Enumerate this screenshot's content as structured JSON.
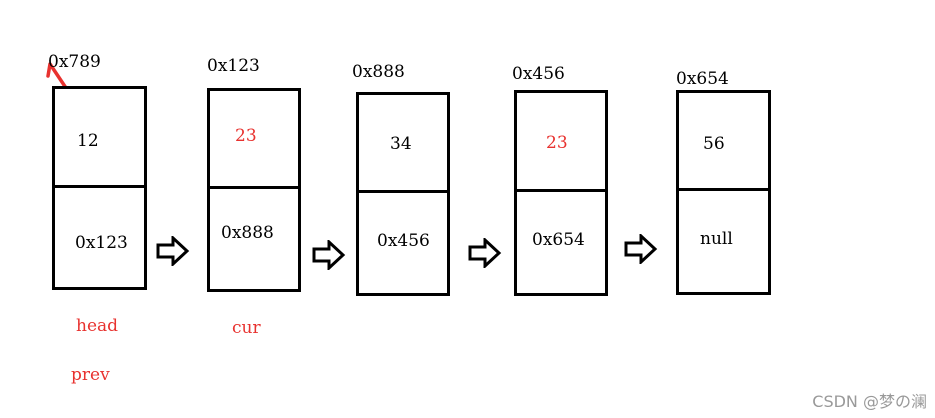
{
  "nodes": [
    {
      "address": "0x789",
      "value": "12",
      "next": "0x123",
      "value_color": "#000000"
    },
    {
      "address": "0x123",
      "value": "23",
      "next": "0x888",
      "value_color": "#e8322f"
    },
    {
      "address": "0x888",
      "value": "34",
      "next": "0x456",
      "value_color": "#000000"
    },
    {
      "address": "0x456",
      "value": "23",
      "next": "0x654",
      "value_color": "#e8322f"
    },
    {
      "address": "0x654",
      "value": "56",
      "next": "null",
      "value_color": "#000000"
    }
  ],
  "pointers": {
    "head": "head",
    "prev": "prev",
    "cur": "cur"
  },
  "colors": {
    "highlight": "#e8322f",
    "stroke": "#000000"
  },
  "watermark": "CSDN @梦の澜"
}
